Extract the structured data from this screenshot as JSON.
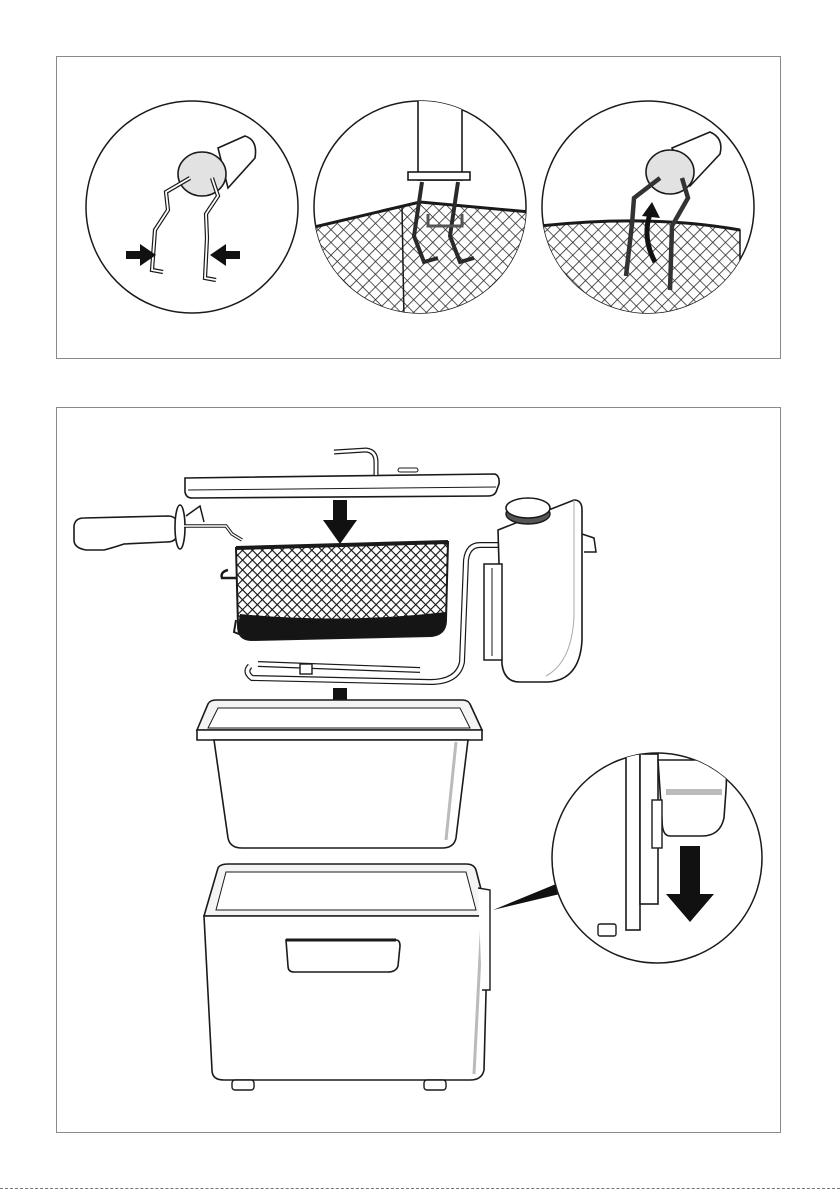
{
  "figure": {
    "panels": [
      {
        "id": "basket-handle-attachment",
        "steps": 3
      },
      {
        "id": "fryer-assembly",
        "parts": [
          "lid",
          "basket-with-handle",
          "heating-element",
          "control-unit",
          "inner-bowl",
          "housing"
        ]
      }
    ],
    "colors": {
      "line": "#1a1a1a",
      "panel_border": "#8a8a8a",
      "arrow": "#111111",
      "mesh_dark": "#2a2a2a",
      "light_fill": "#f4f4f4"
    }
  }
}
